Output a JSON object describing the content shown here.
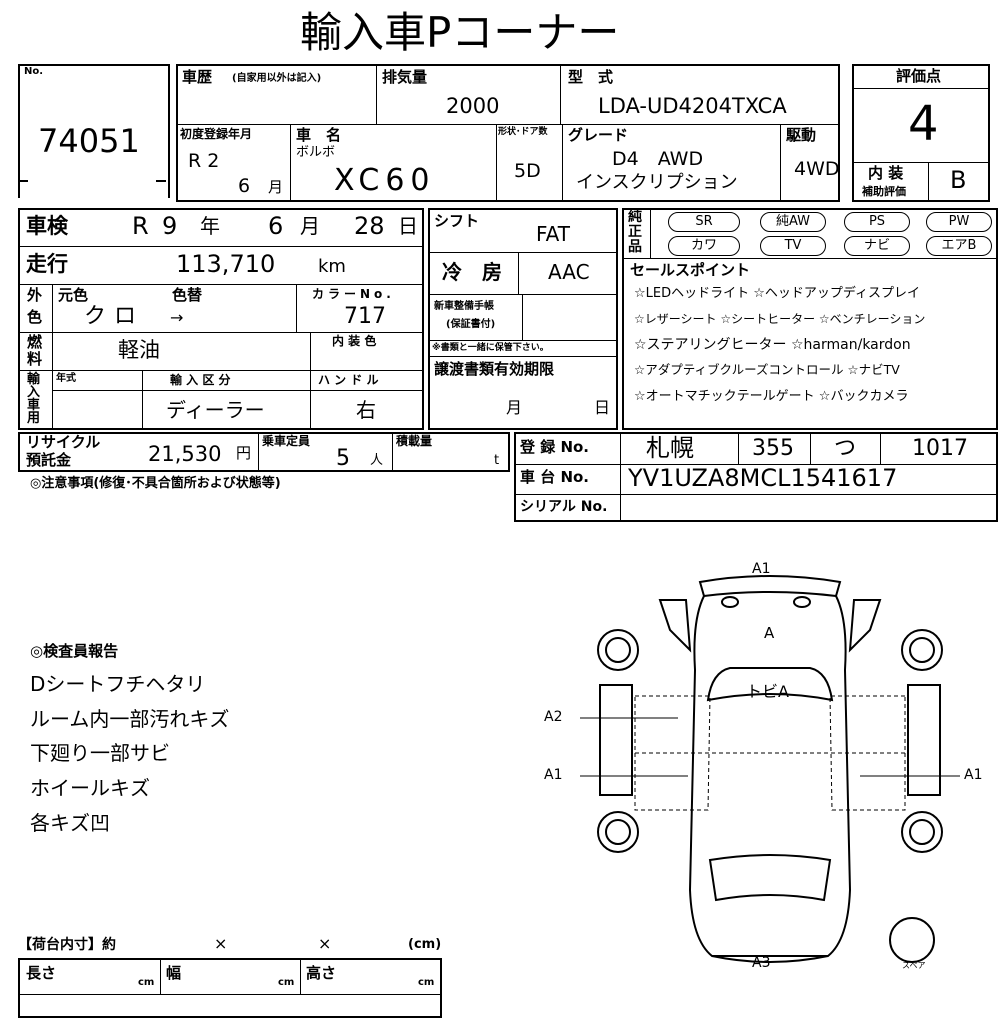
{
  "title": "輸入車Pコーナー",
  "lot": {
    "no_label": "No.",
    "number": "74051"
  },
  "history": {
    "label": "車歴",
    "sub": "(自家用以外は記入)"
  },
  "displacement": {
    "label": "排気量",
    "value": "2000"
  },
  "model_type": {
    "label": "型　式",
    "value": "LDA-UD4204TXCA"
  },
  "rating": {
    "label": "評価点",
    "value": "4",
    "interior_label_1": "内 装",
    "interior_label_2": "補助評価",
    "interior_value": "B"
  },
  "first_reg": {
    "label": "初度登録年月",
    "era": "R 2",
    "month": "6",
    "month_unit": "月"
  },
  "car_name": {
    "label": "車　名",
    "maker": "ボルボ",
    "value": "XC60"
  },
  "doors": {
    "label": "形状･ドア数",
    "value": "5D"
  },
  "grade": {
    "label": "グレード",
    "line1": "D4　AWD",
    "line2": "インスクリプション"
  },
  "drive": {
    "label": "駆動",
    "value": "4WD"
  },
  "inspection": {
    "label": "車検",
    "era": "R",
    "year": "9",
    "year_unit": "年",
    "month": "6",
    "month_unit": "月",
    "day": "28",
    "day_unit": "日"
  },
  "shift": {
    "label": "シフト",
    "value": "FAT"
  },
  "mileage": {
    "label": "走行",
    "value": "113,710",
    "unit": "km"
  },
  "aircon": {
    "label": "冷　房",
    "value": "AAC"
  },
  "genuine": {
    "label_chars": [
      "純",
      "正",
      "品"
    ],
    "items": [
      "SR",
      "純AW",
      "PS",
      "PW",
      "カワ",
      "TV",
      "ナビ",
      "エアB"
    ]
  },
  "exterior_color": {
    "label_1": "外",
    "label_2": "色",
    "orig_label": "元色",
    "repaint_label": "色替",
    "orig_value": "クロ",
    "arrow": "→",
    "code_label": "カラーNo.",
    "code_value": "717"
  },
  "new_car_docs": {
    "label_1": "新車整備手帳",
    "label_2": "(保証書付)",
    "note": "※書類と一緒に保管下さい。"
  },
  "fuel": {
    "label_1": "燃",
    "label_2": "料",
    "value": "軽油",
    "interior_color_label": "内 装 色"
  },
  "sales_points": {
    "label": "セールスポイント",
    "lines": [
      "☆LEDヘッドライト ☆ヘッドアップディスプレイ",
      "☆レザーシート ☆シートヒーター ☆ベンチレーション",
      "☆ステアリングヒーター ☆harman/kardon",
      "☆アダプティブクルーズコントロール ☆ナビTV",
      "☆オートマチックテールゲート ☆バックカメラ"
    ]
  },
  "import": {
    "label_chars": [
      "輸",
      "入",
      "車",
      "用"
    ],
    "year_label": "年式",
    "class_label": "輸 入 区 分",
    "handle_label": "ハ ン ド ル",
    "class_value": "ディーラー",
    "handle_value": "右"
  },
  "transfer": {
    "label": "譲渡書類有効期限",
    "month_unit": "月",
    "day_unit": "日"
  },
  "recycle": {
    "label_1": "リサイクル",
    "label_2": "預託金",
    "value": "21,530",
    "unit": "円"
  },
  "capacity": {
    "label": "乗車定員",
    "value": "5",
    "unit": "人"
  },
  "load": {
    "label": "積載量",
    "unit": "t"
  },
  "registration": {
    "label": "登 録 No.",
    "city": "札幌",
    "class_no": "355",
    "kana": "つ",
    "number": "1017"
  },
  "chassis": {
    "label": "車 台 No.",
    "value": "YV1UZA8MCL1541617"
  },
  "serial": {
    "label": "シリアル No."
  },
  "notes_label": "◎注意事項(修復･不具合箇所および状態等)",
  "inspector": {
    "label": "◎検査員報告",
    "lines": [
      "Dシートフチヘタリ",
      "ルーム内一部汚れキズ",
      "下廻り一部サビ",
      "ホイールキズ",
      "各キズ凹"
    ]
  },
  "cargo": {
    "label": "【荷台内寸】約",
    "x1": "×",
    "x2": "×",
    "unit_paren": "(cm)",
    "length_label": "長さ",
    "width_label": "幅",
    "height_label": "高さ",
    "cm": "cm"
  },
  "diagram": {
    "a1_top": "A1",
    "a_hood": "A",
    "tobi": "トビA",
    "a2_left": "A2",
    "a1_left": "A1",
    "a1_right": "A1",
    "a3_bottom": "A3",
    "spare": "スペア"
  }
}
